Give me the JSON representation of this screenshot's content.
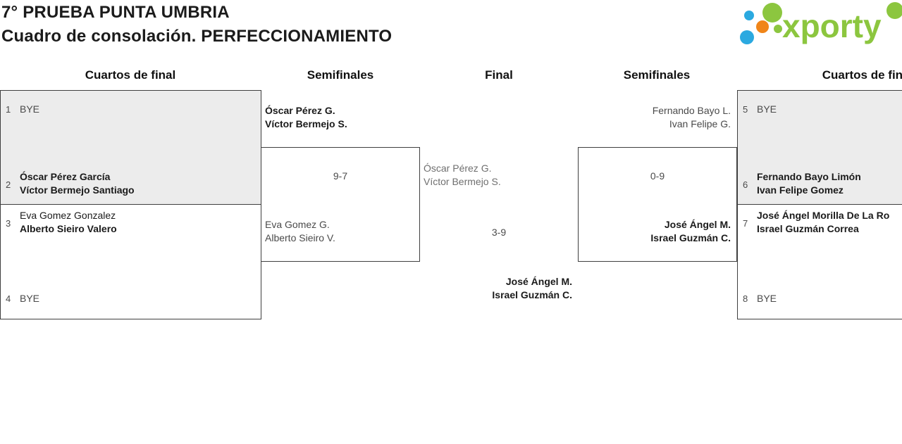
{
  "header": {
    "title_line1": "7° PRUEBA PUNTA UMBRIA",
    "title_line2": "Cuadro de consolación. PERFECCIONAMIENTO"
  },
  "logo": {
    "text": "xporty",
    "green": "#8CC63F",
    "blue": "#2BA9E0",
    "orange": "#F08519"
  },
  "round_headers": [
    "Cuartos de final",
    "Semifinales",
    "Final",
    "Semifinales",
    "Cuartos de final"
  ],
  "colors": {
    "bye_box_fill": "#ECECEC",
    "box_border": "#3F3F3F",
    "winner_text": "#1A1A1A",
    "loser_text": "#4A4A4A",
    "final_loser_text": "#6F6F6F"
  },
  "bracket": {
    "qf_left": {
      "seed1_num": "1",
      "seed1_name": "BYE",
      "seed2_num": "2",
      "seed2_player1": "Óscar Pérez García",
      "seed2_player2": "Víctor Bermejo Santiago",
      "seed3_num": "3",
      "seed3_player1": "Eva Gomez Gonzalez",
      "seed3_player2": "Alberto Sieiro Valero",
      "seed4_num": "4",
      "seed4_name": "BYE"
    },
    "sf_left": {
      "team1_player1": "Óscar Pérez G.",
      "team1_player2": "Víctor Bermejo S.",
      "score": "9-7",
      "team2_player1": "Eva Gomez G.",
      "team2_player2": "Alberto Sieiro V."
    },
    "final": {
      "team1_player1": "Óscar Pérez G.",
      "team1_player2": "Víctor Bermejo S.",
      "score": "3-9",
      "team2_player1": "José Ángel M.",
      "team2_player2": "Israel Guzmán C."
    },
    "sf_right": {
      "team1_player1": "Fernando Bayo L.",
      "team1_player2": "Ivan Felipe G.",
      "score": "0-9",
      "team2_player1": "José Ángel M.",
      "team2_player2": "Israel Guzmán C."
    },
    "qf_right": {
      "seed5_num": "5",
      "seed5_name": "BYE",
      "seed6_num": "6",
      "seed6_player1": "Fernando Bayo Limón",
      "seed6_player2": "Ivan Felipe Gomez",
      "seed7_num": "7",
      "seed7_player1": "José Ángel Morilla De La Ro",
      "seed7_player2": "Israel Guzmán Correa",
      "seed8_num": "8",
      "seed8_name": "BYE"
    }
  }
}
